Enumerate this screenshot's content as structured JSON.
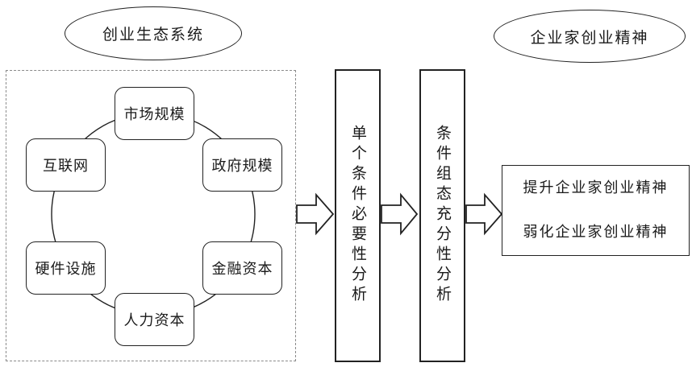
{
  "diagram": {
    "left_title": "创业生态系统",
    "right_title": "企业家创业精神",
    "ecosystem_nodes": [
      {
        "id": "market-scale",
        "label": "市场规模"
      },
      {
        "id": "government-scale",
        "label": "政府规模"
      },
      {
        "id": "financial-capital",
        "label": "金融资本"
      },
      {
        "id": "human-capital",
        "label": "人力资本"
      },
      {
        "id": "hardware-facilities",
        "label": "硬件设施"
      },
      {
        "id": "internet",
        "label": "互联网"
      }
    ],
    "steps": [
      {
        "id": "single-condition-necessity",
        "label": "单个条件必要性分析"
      },
      {
        "id": "configuration-sufficiency",
        "label": "条件组态充分性分析"
      }
    ],
    "outcomes": [
      {
        "id": "enhance",
        "label": "提升企业家创业精神"
      },
      {
        "id": "weaken",
        "label": "弱化企业家创业精神"
      }
    ],
    "flow_arrows": [
      "ecosystem-to-necessity",
      "necessity-to-sufficiency",
      "sufficiency-to-outcomes"
    ]
  }
}
